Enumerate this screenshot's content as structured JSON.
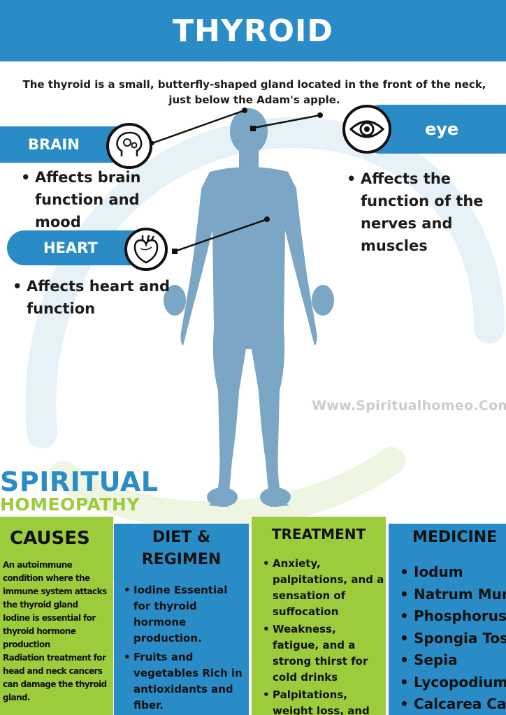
{
  "header": {
    "title": "THYROID"
  },
  "intro": "The thyroid is a small, butterfly-shaped gland located in the front of the neck, just below the Adam's apple.",
  "callouts": {
    "brain": {
      "label": "BRAIN",
      "icon": "brain-gears-icon",
      "bullets": [
        "Affects brain function and mood"
      ]
    },
    "heart": {
      "label": "HEART",
      "icon": "anatomical-heart-icon",
      "bullets": [
        "Affects heart and function"
      ]
    },
    "eye": {
      "label": "eye",
      "icon": "eye-icon",
      "bullets": [
        "Affects the function of the nerves and muscles"
      ]
    }
  },
  "watermark": "Www.Spiritualhomeo.Com",
  "logo": {
    "line1": "SPIRITUAL",
    "line2": "HOMEOPATHY"
  },
  "columns": {
    "causes": {
      "title": "CAUSES",
      "paragraphs": [
        "An autoimmune condition where the immune system attacks the thyroid gland",
        "Iodine is essential for thyroid hormone production",
        "Radiation treatment for head and neck cancers can damage the thyroid gland."
      ]
    },
    "diet": {
      "title_line1": "DIET &",
      "title_line2": "REGIMEN",
      "items": [
        "Iodine Essential for thyroid hormone production.",
        "Fruits and vegetables Rich in antioxidants and fiber."
      ]
    },
    "treatment": {
      "title": "TREATMENT",
      "items": [
        "Anxiety, palpitations, and a sensation of suffocation",
        "Weakness, fatigue, and a strong thirst for cold drinks",
        "Palpitations, weight loss, and aversion to heat"
      ]
    },
    "medicine": {
      "title": "MEDICINE",
      "items": [
        "Iodum",
        "Natrum Mur",
        "Phosphorus",
        "Spongia Tosta",
        "Sepia",
        "Lycopodium",
        "Calcarea Carb"
      ]
    }
  },
  "colors": {
    "blue": "#2a8cc6",
    "green": "#9ccc3c",
    "body": "#7ba6c6",
    "watermark": "#c9cdd2"
  }
}
